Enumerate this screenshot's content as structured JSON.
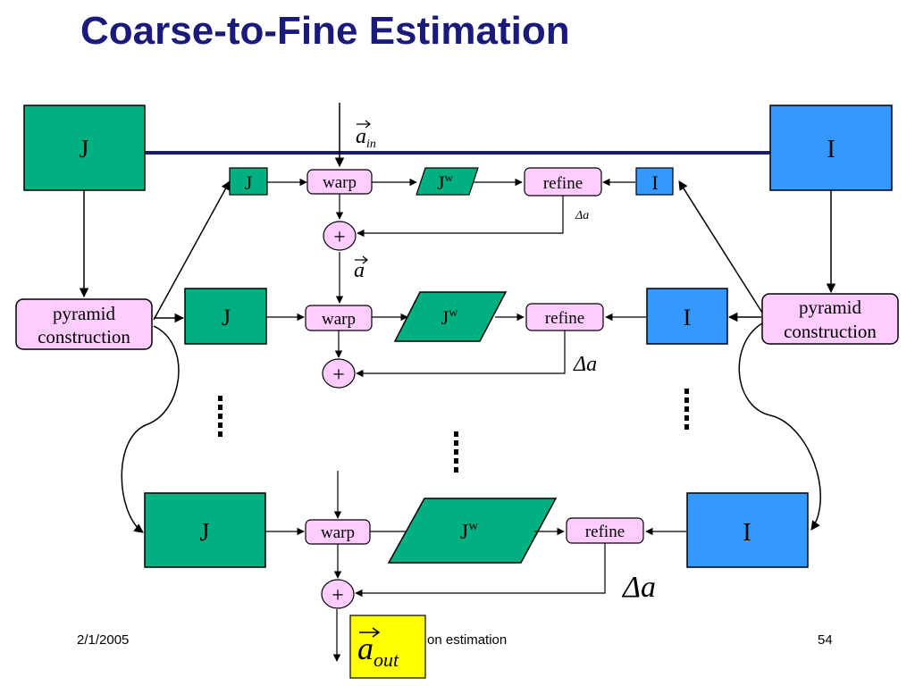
{
  "slide": {
    "title": "Coarse-to-Fine Estimation",
    "footer_date": "2/1/2005",
    "footer_center": "on estimation",
    "page_number": "54"
  },
  "colors": {
    "title": "#1a1a7a",
    "green_box": "#00b080",
    "blue_box": "#3399ff",
    "pink_box": "#ffccff",
    "yellow_box": "#ffff00",
    "line": "#000000",
    "top_bar": "#1a1a6e"
  },
  "diagram": {
    "top_left_box": "J",
    "top_right_box": "I",
    "pyramid_left_line1": "pyramid",
    "pyramid_left_line2": "construction",
    "pyramid_right_line1": "pyramid",
    "pyramid_right_line2": "construction",
    "level1": {
      "j": "J",
      "warp": "warp",
      "jw_base": "J",
      "jw_sup": "w",
      "refine": "refine",
      "i": "I",
      "plus": "+",
      "delta": "Δa"
    },
    "level2": {
      "j": "J",
      "warp": "warp",
      "jw_base": "J",
      "jw_sup": "w",
      "refine": "refine",
      "i": "I",
      "plus": "+",
      "delta": "Δa"
    },
    "level3": {
      "j": "J",
      "warp": "warp",
      "jw_base": "J",
      "jw_sup": "w",
      "refine": "refine",
      "i": "I",
      "plus": "+",
      "delta": "Δa"
    },
    "a_in_base": "a",
    "a_in_sub": "in",
    "a_mid": "a",
    "a_out_base": "a",
    "a_out_sub": "out"
  }
}
